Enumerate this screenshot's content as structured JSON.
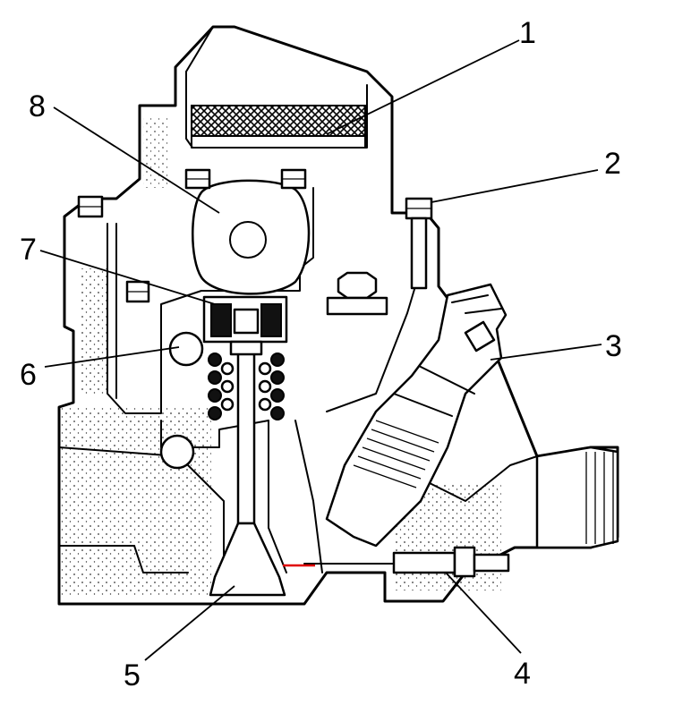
{
  "diagram": {
    "callouts": [
      {
        "id": "1",
        "label": "1"
      },
      {
        "id": "2",
        "label": "2"
      },
      {
        "id": "3",
        "label": "3"
      },
      {
        "id": "4",
        "label": "4"
      },
      {
        "id": "5",
        "label": "5"
      },
      {
        "id": "6",
        "label": "6"
      },
      {
        "id": "7",
        "label": "7"
      },
      {
        "id": "8",
        "label": "8"
      }
    ],
    "colors": {
      "line": "#000000",
      "background": "#ffffff",
      "highlight": "#e00000"
    }
  }
}
